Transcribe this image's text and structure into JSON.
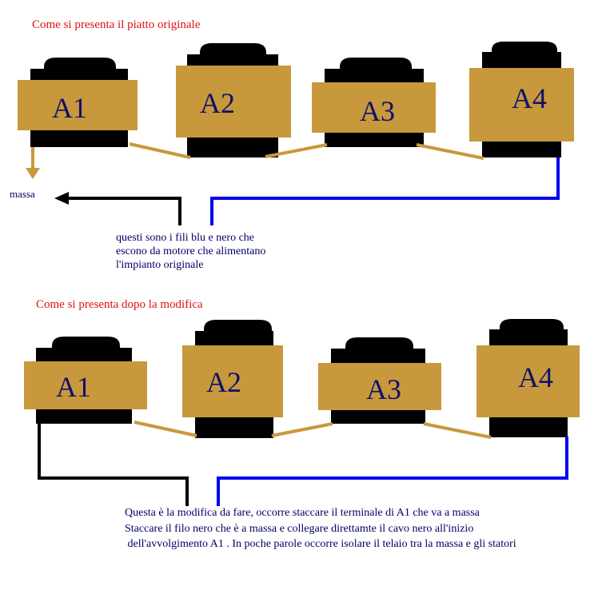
{
  "colors": {
    "heading": "#e01010",
    "note": "#000066",
    "core": "#000000",
    "winding": "#c8983c",
    "coil_label": "#10106a",
    "black_wire": "#000000",
    "blue_wire": "#0000ee"
  },
  "top_section": {
    "heading": "Come si presenta il piatto originale",
    "ground_label": "massa",
    "note_lines": [
      "questi sono i fili blu e nero che",
      "escono da motore  che alimentano",
      "l'impianto originale"
    ],
    "coils": [
      "A1",
      "A2",
      "A3",
      "A4"
    ]
  },
  "bottom_section": {
    "heading": "Come si presenta dopo la modifica",
    "note_lines": [
      "Questa è la modifica da fare, occorre staccare il terminale di A1 che va a  massa",
      "Staccare il filo nero che è a massa e collegare direttamte il cavo nero all'inizio",
      " dell'avvolgimento A1 . In poche parole occorre isolare il telaio tra la massa e gli statori"
    ],
    "coils": [
      "A1",
      "A2",
      "A3",
      "A4"
    ]
  }
}
